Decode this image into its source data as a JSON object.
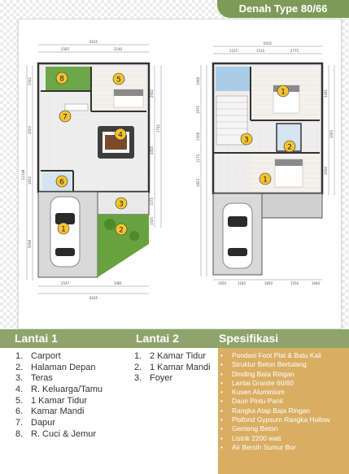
{
  "banner": {
    "title": "Denah Type 80/66"
  },
  "plan": {
    "markers": [
      "1",
      "2",
      "3",
      "4",
      "5",
      "6",
      "7",
      "8"
    ],
    "dims": {
      "f1_top": "6035",
      "f1_top_a": "2565",
      "f1_top_b": "3140",
      "f1_bottom": "6035",
      "f1_bottom_a": "2547",
      "f1_bottom_b": "3481",
      "f1_left_total": "12148",
      "f1_left_a": "1542",
      "f1_left_b": "4503",
      "f1_left_c": "1932",
      "f1_left_d": "5098",
      "f1_right_a": "2642",
      "f1_right_b": "1742",
      "f1_right_c": "4505",
      "f1_right_d": "1575",
      "f1_right_e": "1505",
      "f2_top": "6035",
      "f2_top_a": "2225",
      "f2_top_b": "1535",
      "f2_top_c": "2775",
      "f2_bottom_a": "1050",
      "f2_bottom_b": "1185",
      "f2_bottom_c": "1850",
      "f2_bottom_d": "1550",
      "f2_bottom_e": "1040",
      "f2_left_a": "1948",
      "f2_left_b": "1975",
      "f2_left_c": "1508",
      "f2_left_d": "1175",
      "f2_left_e": "1823",
      "f2_right_a": "3491",
      "f2_right_b": "1093",
      "f2_right_c": "3000"
    }
  },
  "lantai1": {
    "title": "Lantai 1",
    "items": [
      {
        "num": "1.",
        "label": "Carport"
      },
      {
        "num": "2.",
        "label": "Halaman Depan"
      },
      {
        "num": "3.",
        "label": "Teras"
      },
      {
        "num": "4.",
        "label": "R. Keluarga/Tamu"
      },
      {
        "num": "5.",
        "label": "1 Kamar Tidur"
      },
      {
        "num": "6.",
        "label": "Kamar Mandi"
      },
      {
        "num": "7.",
        "label": "Dapur"
      },
      {
        "num": "8.",
        "label": "R. Cuci & Jemur"
      }
    ]
  },
  "lantai2": {
    "title": "Lantai 2",
    "items": [
      {
        "num": "1.",
        "label": "2 Kamar Tidur"
      },
      {
        "num": "2.",
        "label": "1 Kamar Mandi"
      },
      {
        "num": "3.",
        "label": "Foyer"
      }
    ]
  },
  "spesifikasi": {
    "title": "Spesifikasi",
    "bullet": "•",
    "items": [
      "Pondasi Foot Plat & Batu Kali",
      "Struktur Beton Bertulang",
      "Dinding Bata Ringan",
      "Lantai Granite 60/60",
      "Kusen Aluminium",
      "Daun Pintu Panil",
      "Rangka Atap Baja Ringan",
      "Plafond Gypsum Rangka Hollow",
      "Genteng Beton",
      "Listrik 2200 watt",
      "Air Bersih Sumur Bor"
    ]
  },
  "colors": {
    "banner": "#7d9a58",
    "section_head": "#8fa36c",
    "spec_bg": "#d9ae63",
    "marker": "#f4c430"
  }
}
